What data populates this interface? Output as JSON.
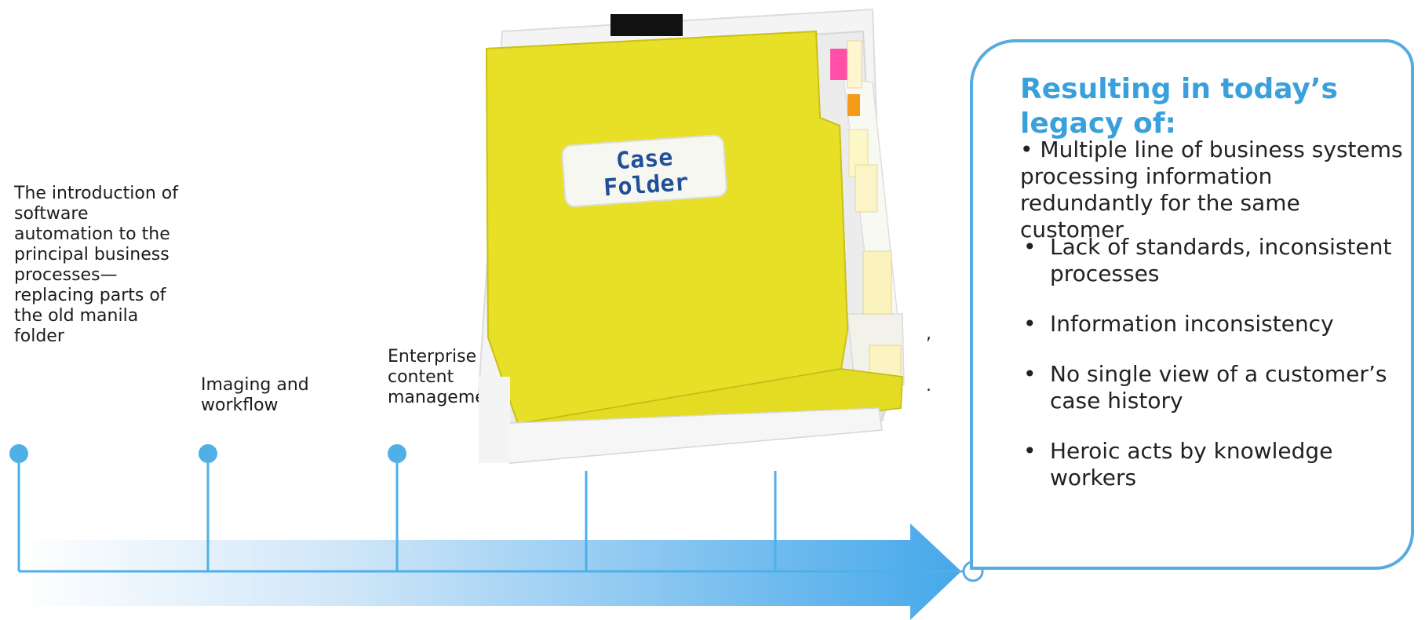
{
  "timeline": {
    "milestones": [
      {
        "text": "The introduction of software automation to the principal business processes—replacing parts of the old manila folder"
      },
      {
        "text": "Imaging and workflow"
      },
      {
        "text": "Enterprise content management"
      },
      {
        "text": ""
      },
      {
        "text": ""
      }
    ],
    "accent_color": "#4fb0e8"
  },
  "folder": {
    "label_line1": "Case",
    "label_line2": "Folder",
    "folder_color": "#e8e027"
  },
  "callout": {
    "title": "Resulting in today’s legacy of:",
    "intro": "•  Multiple line of business systems processing information redundantly for  the same customer",
    "items": [
      "Lack of standards, inconsistent processes",
      "Information inconsistency",
      "No single view of a customer’s case history",
      "Heroic acts by knowledge workers"
    ],
    "border_color": "#56acdf"
  }
}
